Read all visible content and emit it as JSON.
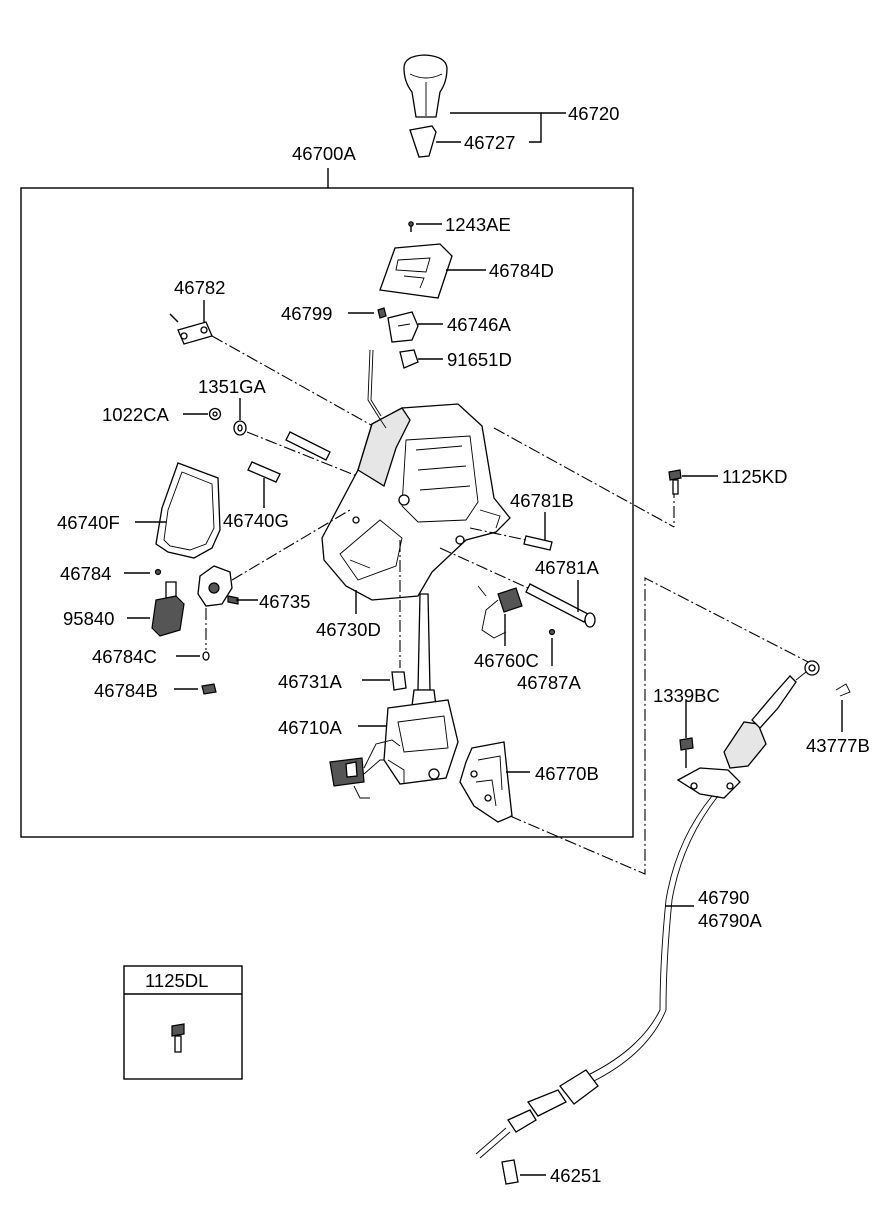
{
  "labels": {
    "p46720": "46720",
    "p46727": "46727",
    "p46700A": "46700A",
    "p1243AE": "1243AE",
    "p46784D": "46784D",
    "p46782": "46782",
    "p46799": "46799",
    "p46746A": "46746A",
    "p91651D": "91651D",
    "p1351GA": "1351GA",
    "p1022CA": "1022CA",
    "p1125KD": "1125KD",
    "p46781B": "46781B",
    "p46740F": "46740F",
    "p46740G": "46740G",
    "p46781A": "46781A",
    "p46784": "46784",
    "p46735": "46735",
    "p95840": "95840",
    "p46730D": "46730D",
    "p46760C": "46760C",
    "p46784C": "46784C",
    "p46787A": "46787A",
    "p46731A": "46731A",
    "p46784B": "46784B",
    "p1339BC": "1339BC",
    "p43777B": "43777B",
    "p46710A": "46710A",
    "p46770B": "46770B",
    "p46790": "46790",
    "p46790A": "46790A",
    "p1125DL": "1125DL",
    "p46251": "46251"
  }
}
